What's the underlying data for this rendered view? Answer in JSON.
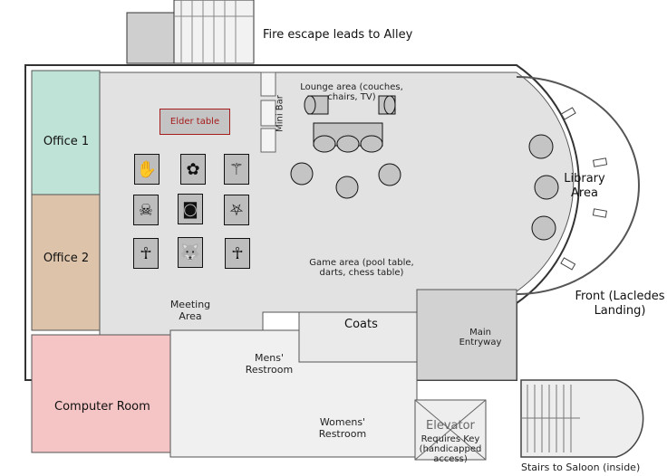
{
  "labels": {
    "fire_escape": "Fire escape leads to Alley",
    "lounge": "Lounge area (couches, chairs, TV)",
    "mini_bar": "Mini Bar",
    "elder_table": "Elder table",
    "office1": "Office 1",
    "office2": "Office 2",
    "library": "Library Area",
    "game_area": "Game area (pool table, darts, chess table)",
    "meeting": "Meeting Area",
    "front": "Front (Lacledes Landing)",
    "coats": "Coats",
    "main_entry": "Main Entryway",
    "mens": "Mens' Restroom",
    "womens": "Womens' Restroom",
    "computer_room": "Computer Room",
    "elevator": "Elevator",
    "elevator_note": "Requires Key (handicapped access)",
    "stairs": "Stairs to Saloon (inside)"
  },
  "clan_icons": [
    "nosferatu-icon",
    "toreador-icon",
    "tremere-icon",
    "gangrel-icon",
    "ventrue-icon",
    "brujah-icon",
    "giovanni-ankh-icon",
    "wolf-icon",
    "giovanni-ankh-icon"
  ],
  "colors": {
    "floor": "#e2e2e2",
    "office1": "#bfe3d6",
    "office2": "#dcc3a9",
    "computer": "#f5c4c4",
    "entry": "#d2d2d2",
    "elder_border": "#a51c1c"
  }
}
